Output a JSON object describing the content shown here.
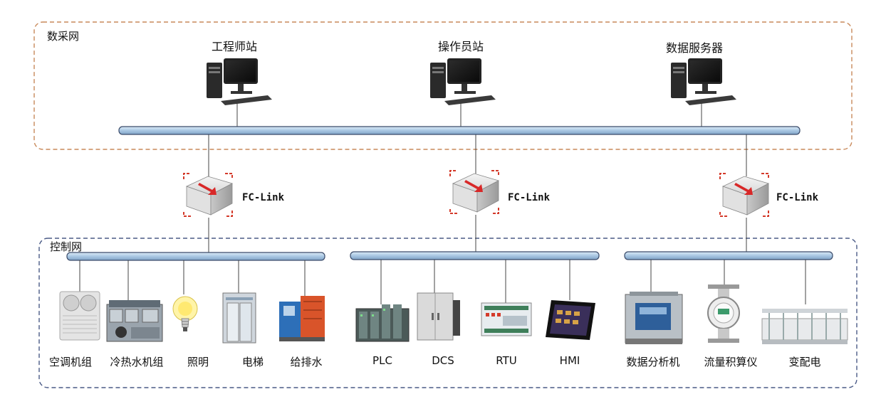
{
  "zones": {
    "acquisition_label": "数采网",
    "control_label": "控制网"
  },
  "stations": [
    {
      "label": "工程师站"
    },
    {
      "label": "操作员站"
    },
    {
      "label": "数据服务器"
    }
  ],
  "gateways": [
    {
      "label": "FC-Link"
    },
    {
      "label": "FC-Link"
    },
    {
      "label": "FC-Link"
    }
  ],
  "devices": [
    {
      "label": "空调机组",
      "icon": "ac-unit-icon"
    },
    {
      "label": "冷热水机组",
      "icon": "chiller-icon"
    },
    {
      "label": "照明",
      "icon": "light-bulb-icon"
    },
    {
      "label": "电梯",
      "icon": "elevator-icon"
    },
    {
      "label": "给排水",
      "icon": "water-pump-icon"
    },
    {
      "label": "PLC",
      "icon": "plc-icon"
    },
    {
      "label": "DCS",
      "icon": "dcs-cabinet-icon"
    },
    {
      "label": "RTU",
      "icon": "rtu-board-icon"
    },
    {
      "label": "HMI",
      "icon": "hmi-tablet-icon"
    },
    {
      "label": "数据分析机",
      "icon": "analyzer-icon"
    },
    {
      "label": "流量积算仪",
      "icon": "flow-meter-icon"
    },
    {
      "label": "变配电",
      "icon": "power-distribution-icon"
    }
  ],
  "colors": {
    "acquisition_border": "#c8895a",
    "control_border": "#4a5a86",
    "bus_fill": "#b9d3ea",
    "bus_stroke": "#3a4b6a",
    "gateway_frame": "#d43a2a",
    "gateway_arrow": "#d82828"
  }
}
